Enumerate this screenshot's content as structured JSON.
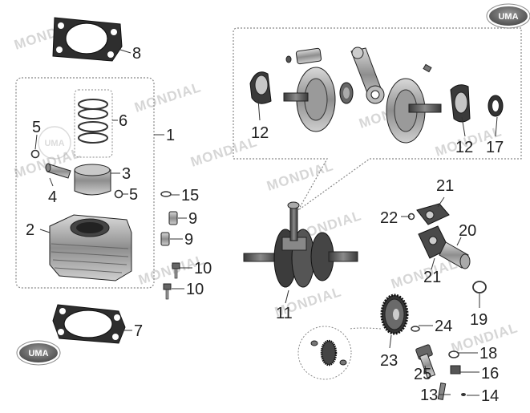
{
  "brand": {
    "logo_text": "UMA",
    "watermark_text": "MONDIAL"
  },
  "callouts": {
    "c1": "1",
    "c2": "2",
    "c3": "3",
    "c4": "4",
    "c5a": "5",
    "c5b": "5",
    "c6": "6",
    "c7": "7",
    "c8": "8",
    "c9a": "9",
    "c9b": "9",
    "c10a": "10",
    "c10b": "10",
    "c11": "11",
    "c12a": "12",
    "c12b": "12",
    "c13": "13",
    "c14": "14",
    "c15": "15",
    "c16": "16",
    "c17": "17",
    "c18": "18",
    "c19": "19",
    "c20": "20",
    "c21a": "21",
    "c21b": "21",
    "c22": "22",
    "c23": "23",
    "c24": "24",
    "c25": "25"
  },
  "colors": {
    "line": "#333333",
    "part_dark": "#555555",
    "part_light": "#bdbdbd",
    "watermark": "#d6d6d6",
    "logo_bg": "#6d6d6d"
  }
}
